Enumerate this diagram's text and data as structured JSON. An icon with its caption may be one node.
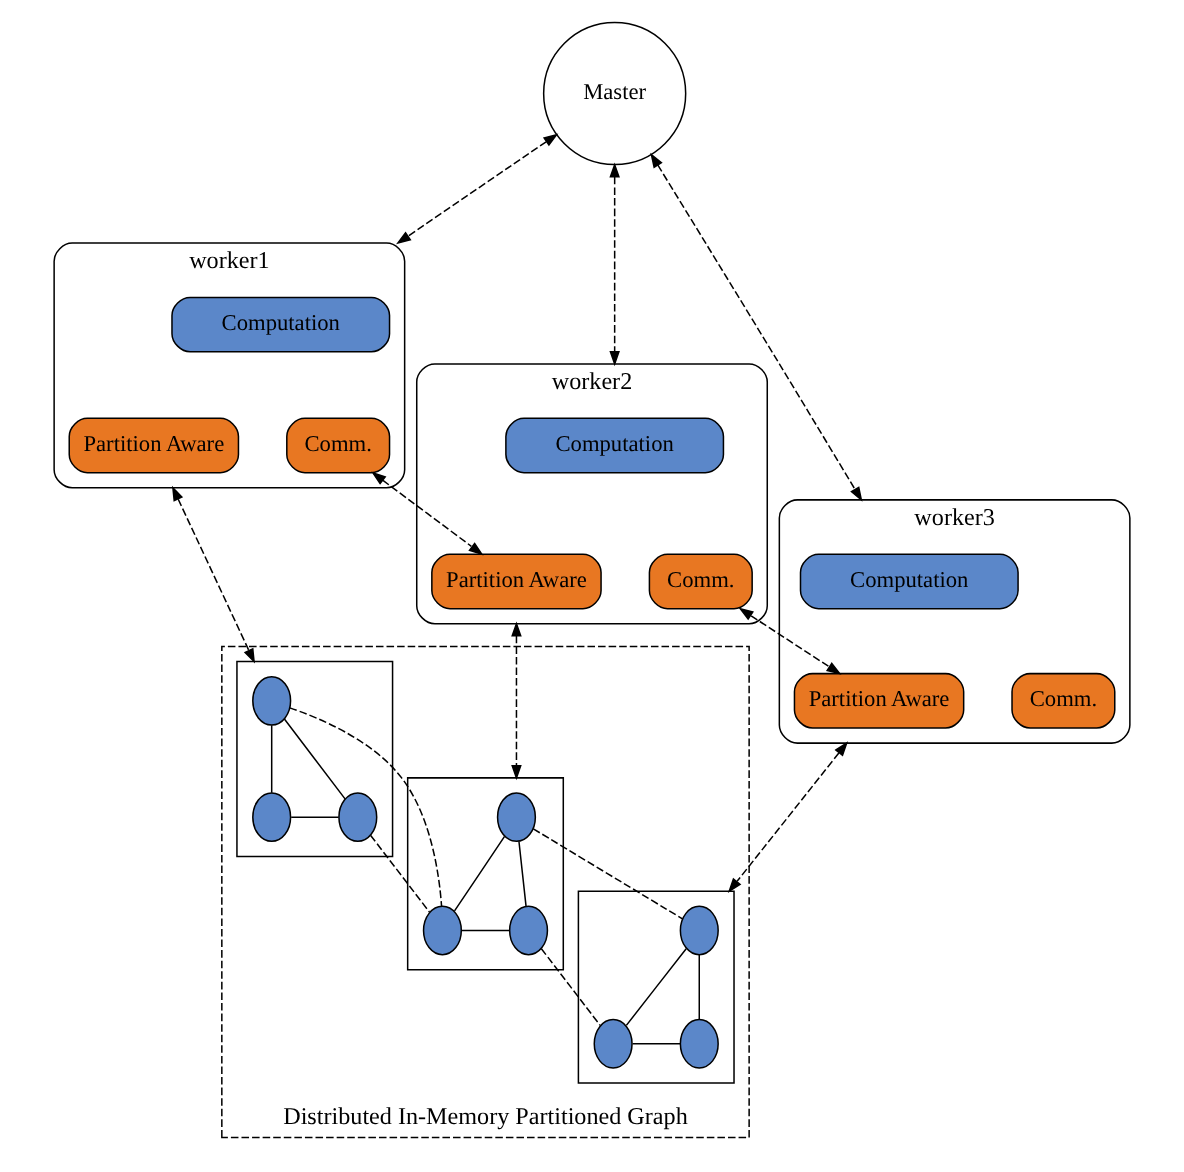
{
  "diagram": {
    "nodes": [
      {
        "text": [
          "Master"
        ]
      },
      {
        "text": [
          "worker1"
        ]
      },
      {
        "text": [
          "Computation"
        ],
        "in": 1
      },
      {
        "text": [
          "Partition Aware"
        ],
        "in": 1
      },
      {
        "text": [
          "Comm."
        ],
        "in": 1
      },
      {
        "text": [
          "worker2"
        ]
      },
      {
        "text": [
          "Computation"
        ],
        "in": 5
      },
      {
        "text": [
          "Partition Aware"
        ],
        "in": 5
      },
      {
        "text": [
          "Comm."
        ],
        "in": 5
      },
      {
        "text": [
          "worker3"
        ]
      },
      {
        "text": [
          "Computation"
        ],
        "in": 9
      },
      {
        "text": [
          "Partition Aware"
        ],
        "in": 9
      },
      {
        "text": [
          "Comm."
        ],
        "in": 9
      },
      {
        "text": [
          "Distributed In-Memory Partitioned Graph"
        ]
      },
      {
        "text": [],
        "shape": "box",
        "in": 13
      },
      {
        "text": [],
        "shape": "circle",
        "in": 14
      },
      {
        "text": [],
        "shape": "circle",
        "in": 14
      },
      {
        "text": [],
        "shape": "circle",
        "in": 14
      },
      {
        "text": [],
        "shape": "box",
        "in": 13
      },
      {
        "text": [],
        "shape": "circle",
        "in": 18
      },
      {
        "text": [],
        "shape": "circle",
        "in": 18
      },
      {
        "text": [],
        "shape": "circle",
        "in": 18
      },
      {
        "text": [],
        "shape": "box",
        "in": 13
      },
      {
        "text": [],
        "shape": "circle",
        "in": 22
      },
      {
        "text": [],
        "shape": "circle",
        "in": 22
      },
      {
        "text": [],
        "shape": "circle",
        "in": 22
      }
    ],
    "edges": [
      {
        "from": 0,
        "to": 1,
        "arrow": "both",
        "style": "dashed"
      },
      {
        "from": 0,
        "to": 5,
        "arrow": "both",
        "style": "dashed"
      },
      {
        "from": 0,
        "to": 9,
        "arrow": "both",
        "style": "dashed"
      },
      {
        "from": 4,
        "to": 7,
        "arrow": "both",
        "style": "dashed"
      },
      {
        "from": 8,
        "to": 11,
        "arrow": "both",
        "style": "dashed"
      },
      {
        "from": 1,
        "to": 14,
        "arrow": "both",
        "style": "dashed"
      },
      {
        "from": 5,
        "to": 18,
        "arrow": "both",
        "style": "dashed"
      },
      {
        "from": 9,
        "to": 22,
        "arrow": "both",
        "style": "dashed"
      },
      {
        "from": 16,
        "to": 15,
        "arrow": "none"
      },
      {
        "from": 16,
        "to": 17,
        "arrow": "none"
      },
      {
        "from": 15,
        "to": 17,
        "arrow": "none"
      },
      {
        "from": 16,
        "to": 19,
        "arrow": "none",
        "style": "dashed"
      },
      {
        "from": 17,
        "to": 19,
        "arrow": "none",
        "style": "dashed"
      },
      {
        "from": 20,
        "to": 19,
        "arrow": "none"
      },
      {
        "from": 20,
        "to": 21,
        "arrow": "none"
      },
      {
        "from": 19,
        "to": 21,
        "arrow": "none"
      },
      {
        "from": 20,
        "to": 24,
        "arrow": "none",
        "style": "dashed"
      },
      {
        "from": 21,
        "to": 23,
        "arrow": "none",
        "style": "dashed"
      },
      {
        "from": 24,
        "to": 23,
        "arrow": "none"
      },
      {
        "from": 24,
        "to": 25,
        "arrow": "none"
      },
      {
        "from": 23,
        "to": 25,
        "arrow": "none"
      }
    ]
  }
}
